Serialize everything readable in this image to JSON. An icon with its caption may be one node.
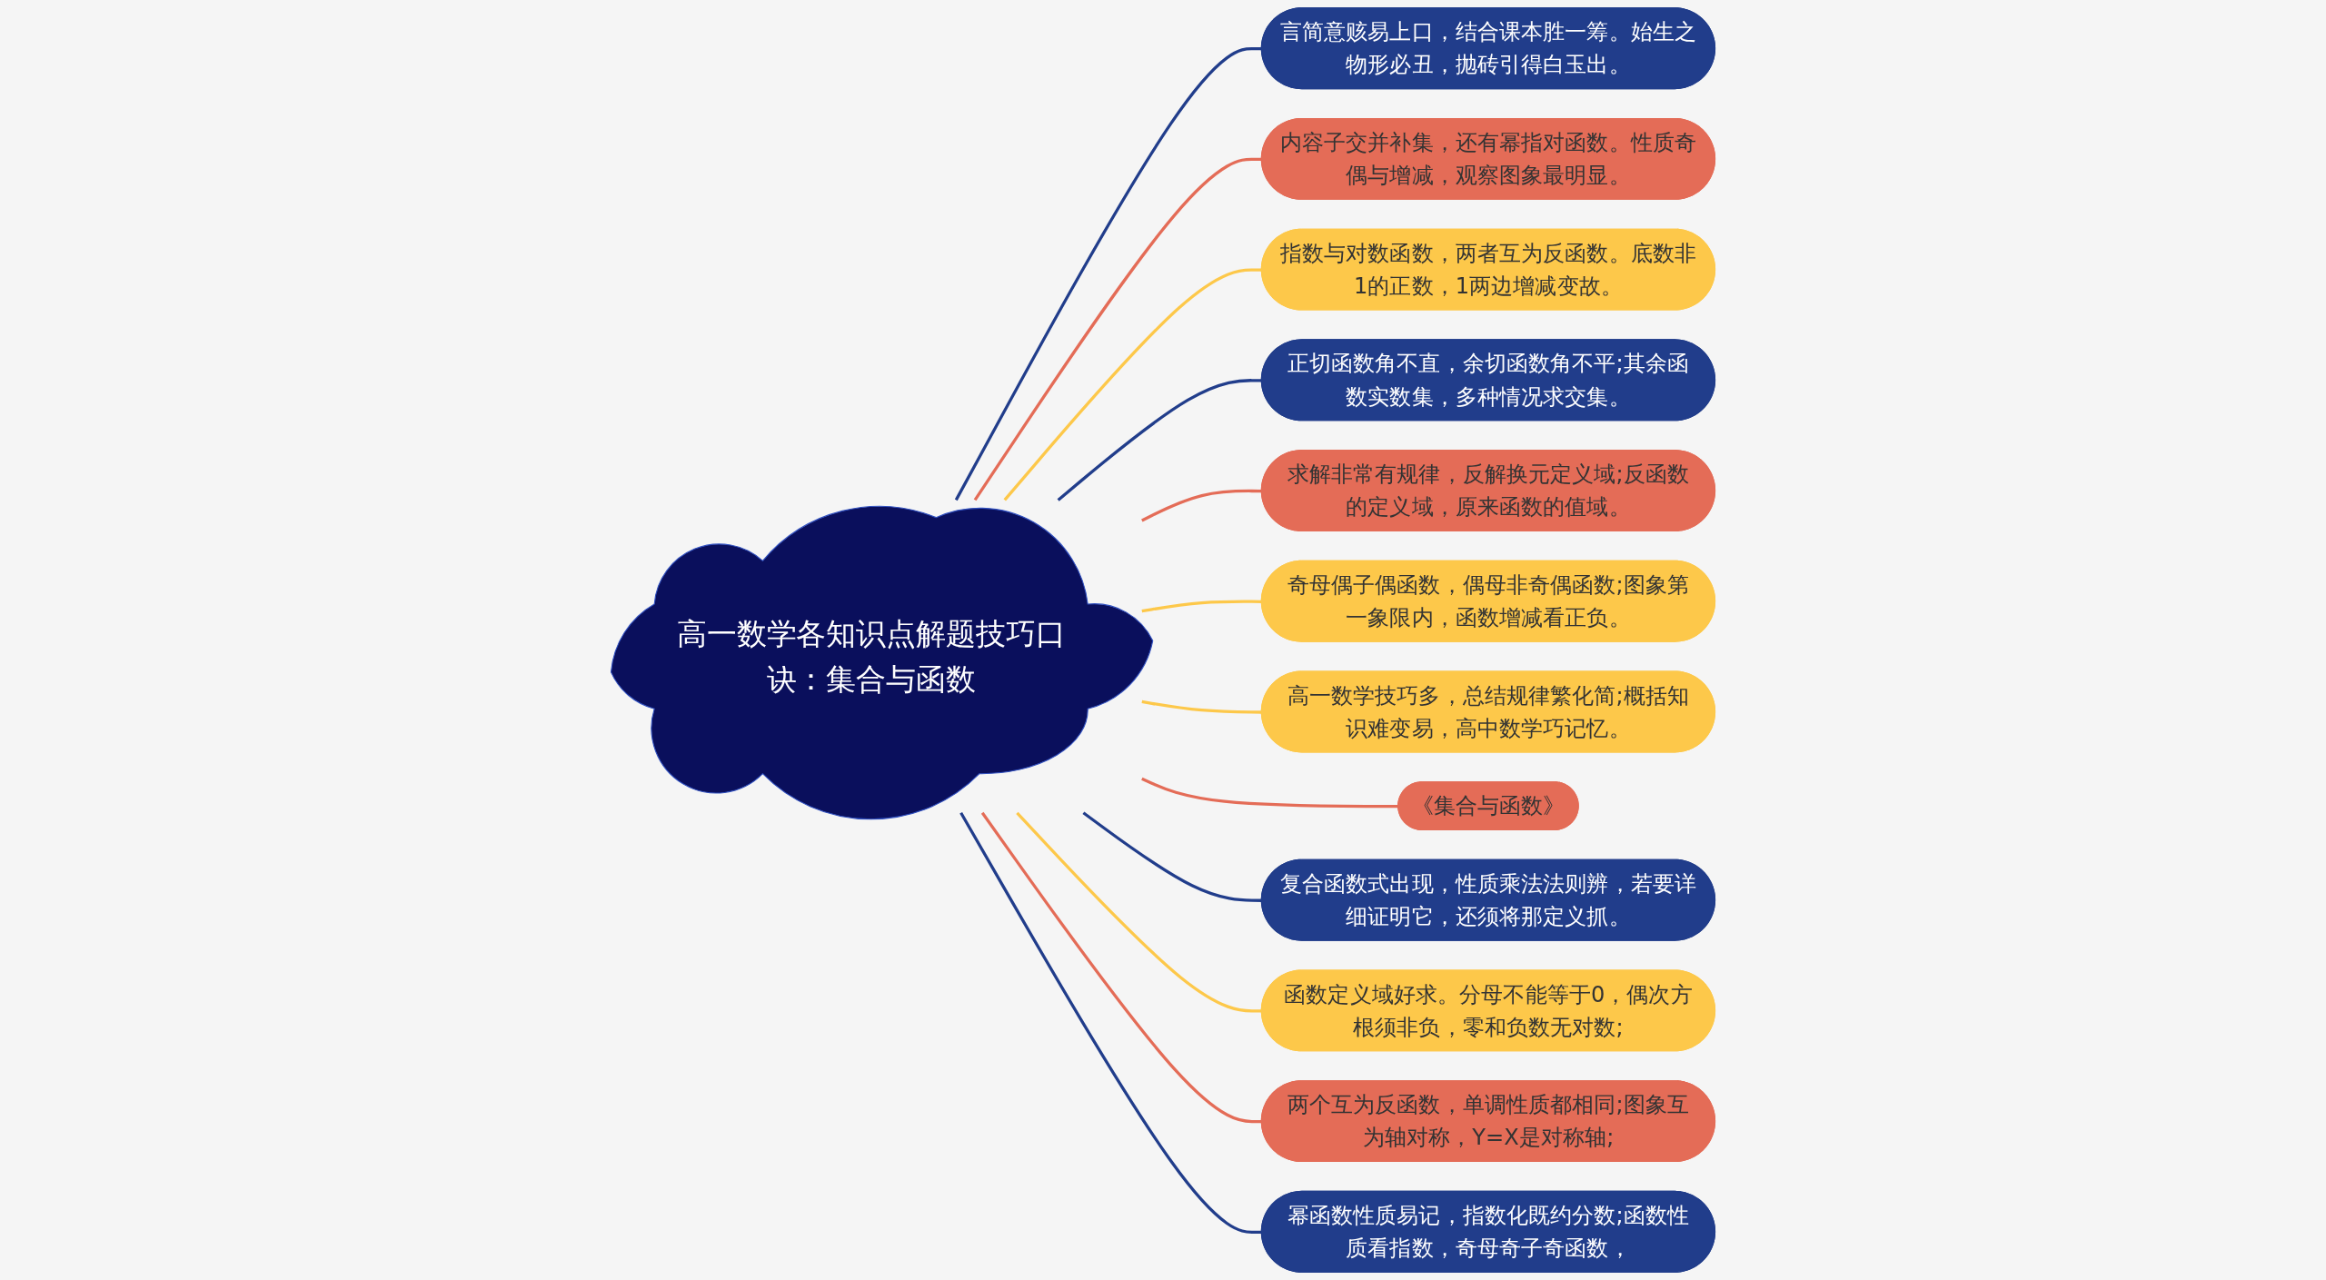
{
  "diagram": {
    "nodes": [
      {
        "text": [
          "高一数学各知识点解题技巧口诀：集合与函数"
        ]
      },
      {
        "text": [
          "言简意赅易上口，结合课本胜一筹。始生之物形必丑，抛砖引得白玉出。"
        ]
      },
      {
        "text": [
          "内容子交并补集，还有幂指对函数。性质奇偶与增减，观察图象最明显。"
        ]
      },
      {
        "text": [
          "指数与对数函数，两者互为反函数。底数非1的正数，1两边增减变故。"
        ]
      },
      {
        "text": [
          "正切函数角不直，余切函数角不平;其余函数实数集，多种情况求交集。"
        ]
      },
      {
        "text": [
          "求解非常有规律，反解换元定义域;反函数的定义域，原来函数的值域。"
        ]
      },
      {
        "text": [
          "奇母偶子偶函数，偶母非奇偶函数;图象第一象限内，函数增减看正负。"
        ]
      },
      {
        "text": [
          "高一数学技巧多，总结规律繁化简;概括知识难变易，高中数学巧记忆。"
        ]
      },
      {
        "text": [
          "《集合与函数》"
        ]
      },
      {
        "text": [
          "复合函数式出现，性质乘法法则辨，若要详细证明它，还须将那定义抓。"
        ]
      },
      {
        "text": [
          "函数定义域好求。分母不能等于0，偶次方根须非负，零和负数无对数;"
        ]
      },
      {
        "text": [
          "两个互为反函数，单调性质都相同;图象互为轴对称，Y=X是对称轴;"
        ]
      },
      {
        "text": [
          "幂函数性质易记，指数化既约分数;函数性质看指数，奇母奇子奇函数，"
        ]
      }
    ],
    "edges": [
      {
        "from": 0,
        "to": 1,
        "arrow": "none",
        "color": "#213d8b"
      },
      {
        "from": 0,
        "to": 2,
        "arrow": "none",
        "color": "#e46c57"
      },
      {
        "from": 0,
        "to": 3,
        "arrow": "none",
        "color": "#fdc84a"
      },
      {
        "from": 0,
        "to": 4,
        "arrow": "none",
        "color": "#213d8b"
      },
      {
        "from": 0,
        "to": 5,
        "arrow": "none",
        "color": "#e46c57"
      },
      {
        "from": 0,
        "to": 6,
        "arrow": "none",
        "color": "#fdc84a"
      },
      {
        "from": 0,
        "to": 7,
        "arrow": "none",
        "color": "#fdc84a"
      },
      {
        "from": 0,
        "to": 8,
        "arrow": "none",
        "color": "#e46c57"
      },
      {
        "from": 0,
        "to": 9,
        "arrow": "none",
        "color": "#213d8b"
      },
      {
        "from": 0,
        "to": 10,
        "arrow": "none",
        "color": "#fdc84a"
      },
      {
        "from": 0,
        "to": 11,
        "arrow": "none",
        "color": "#e46c57"
      },
      {
        "from": 0,
        "to": 12,
        "arrow": "none",
        "color": "#213d8b"
      }
    ]
  }
}
